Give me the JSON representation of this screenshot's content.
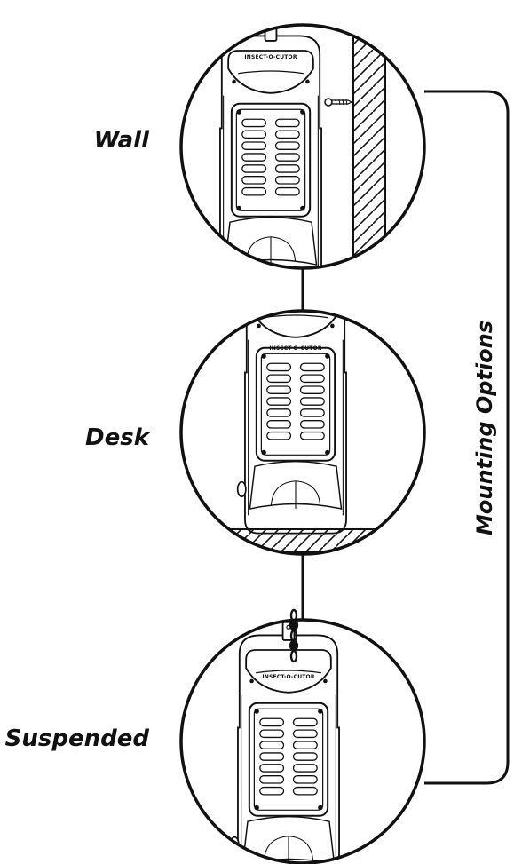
{
  "labels": {
    "wall": "Wall",
    "desk": "Desk",
    "suspended": "Suspended",
    "mounting_options": "Mounting Options"
  },
  "device": {
    "brand_text": "INSECT-O-CUTOR"
  }
}
